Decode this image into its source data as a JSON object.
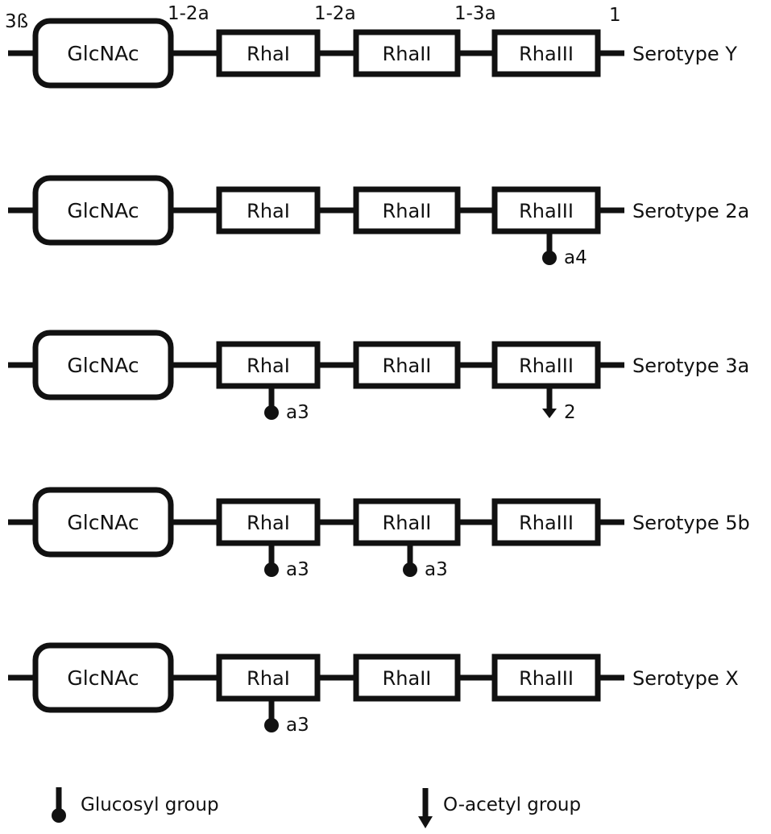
{
  "colors": {
    "ink": "#111111",
    "background": "#ffffff"
  },
  "linkage_labels": [
    "3ß",
    "1-2a",
    "1-2a",
    "1-3a",
    "1"
  ],
  "residue_labels": {
    "glcnac": "GlcNAc",
    "rha1": "RhaI",
    "rha2": "RhaII",
    "rha3": "RhaIII"
  },
  "rows": [
    {
      "serotype": "Serotype Y",
      "substituents": []
    },
    {
      "serotype": "Serotype 2a",
      "substituents": [
        {
          "residue": "rha3",
          "kind": "glucosyl",
          "label": "a4"
        }
      ]
    },
    {
      "serotype": "Serotype 3a",
      "substituents": [
        {
          "residue": "rha1",
          "kind": "glucosyl",
          "label": "a3"
        },
        {
          "residue": "rha3",
          "kind": "o-acetyl",
          "label": "2"
        }
      ]
    },
    {
      "serotype": "Serotype 5b",
      "substituents": [
        {
          "residue": "rha1",
          "kind": "glucosyl",
          "label": "a3"
        },
        {
          "residue": "rha2",
          "kind": "glucosyl",
          "label": "a3"
        }
      ]
    },
    {
      "serotype": "Serotype X",
      "substituents": [
        {
          "residue": "rha1",
          "kind": "glucosyl",
          "label": "a3"
        }
      ]
    }
  ],
  "legend": {
    "glucosyl": {
      "label": "Glucosyl group",
      "icon": "glucosyl-pin-icon"
    },
    "o_acetyl": {
      "label": "O-acetyl group",
      "icon": "o-acetyl-arrow-icon"
    }
  }
}
